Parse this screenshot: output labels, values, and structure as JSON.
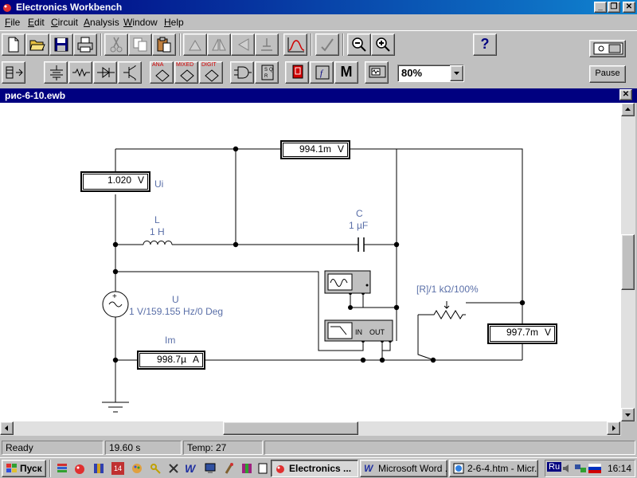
{
  "window": {
    "title": "Electronics Workbench"
  },
  "menu": [
    {
      "label": "File",
      "u": "F",
      "rest": "ile"
    },
    {
      "label": "Edit",
      "u": "E",
      "rest": "dit"
    },
    {
      "label": "Circuit",
      "u": "C",
      "rest": "ircuit"
    },
    {
      "label": "Analysis",
      "u": "A",
      "rest": "nalysis"
    },
    {
      "label": "Window",
      "u": "W",
      "rest": "indow"
    },
    {
      "label": "Help",
      "u": "H",
      "rest": "elp"
    }
  ],
  "toolbar": {
    "zoom_value": "80%",
    "help_label": "?",
    "pause_label": "Pause",
    "parts_labels": {
      "ana": "ANA",
      "mixed": "MIXED",
      "digit": "DIGIT",
      "m": "M"
    }
  },
  "document": {
    "title": "рис-6-10.ewb"
  },
  "circuit": {
    "meter_top": {
      "value": "994.1m",
      "unit": "V"
    },
    "meter_ui": {
      "value": "1.020",
      "unit": "V",
      "label": "Ui"
    },
    "meter_im": {
      "value": "998.7µ",
      "unit": "A",
      "label": "Im"
    },
    "meter_right": {
      "value": "997.7m",
      "unit": "V"
    },
    "inductor": {
      "name": "L",
      "value": "1 H"
    },
    "capacitor": {
      "name": "C",
      "value": "1 µF"
    },
    "source": {
      "name": "U",
      "value": "1 V/159.155 Hz/0 Deg"
    },
    "resistor": {
      "value": "[R]/1 kΩ/100%"
    },
    "bode": {
      "in_label": "IN",
      "out_label": "OUT"
    }
  },
  "status": {
    "state": "Ready",
    "time": "19.60 s",
    "temp": "Temp:  27"
  },
  "taskbar": {
    "start_label": "Пуск",
    "tasks": [
      {
        "label": "Electronics ...",
        "active": true
      },
      {
        "label": "Microsoft Word ...",
        "active": false
      },
      {
        "label": "2-6-4.htm - Micr...",
        "active": false
      }
    ],
    "lang": "Ru",
    "clock": "16:14",
    "quicklaunch_date": "14"
  },
  "colors": {
    "titlebar": "#000080",
    "wire": "#000000",
    "label": "#5a6fa8"
  }
}
